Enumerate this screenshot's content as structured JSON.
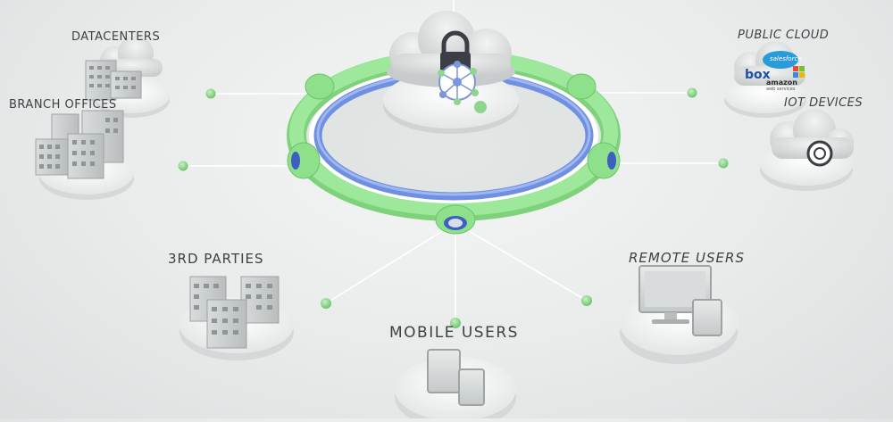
{
  "diagram": {
    "labels": {
      "datacenters": "DATACENTERS",
      "branch_offices": "BRANCH OFFICES",
      "public_cloud": "PUBLIC CLOUD",
      "iot_devices": "IOT DEVICES",
      "third_parties": "3RD PARTIES",
      "remote_users": "REMOTE USERS",
      "mobile_users": "MOBILE USERS"
    },
    "cloud_brands": {
      "salesforce": "salesforce",
      "box": "box",
      "amazon": "amazon",
      "amazon_sub": "web services"
    },
    "colors": {
      "ring_green": "#8ee08a",
      "ring_blue": "#6f8fe0",
      "node_green": "#8fd48f",
      "line": "#ffffff",
      "platform": "#f7f8f8",
      "label_text": "#3e4144"
    }
  }
}
